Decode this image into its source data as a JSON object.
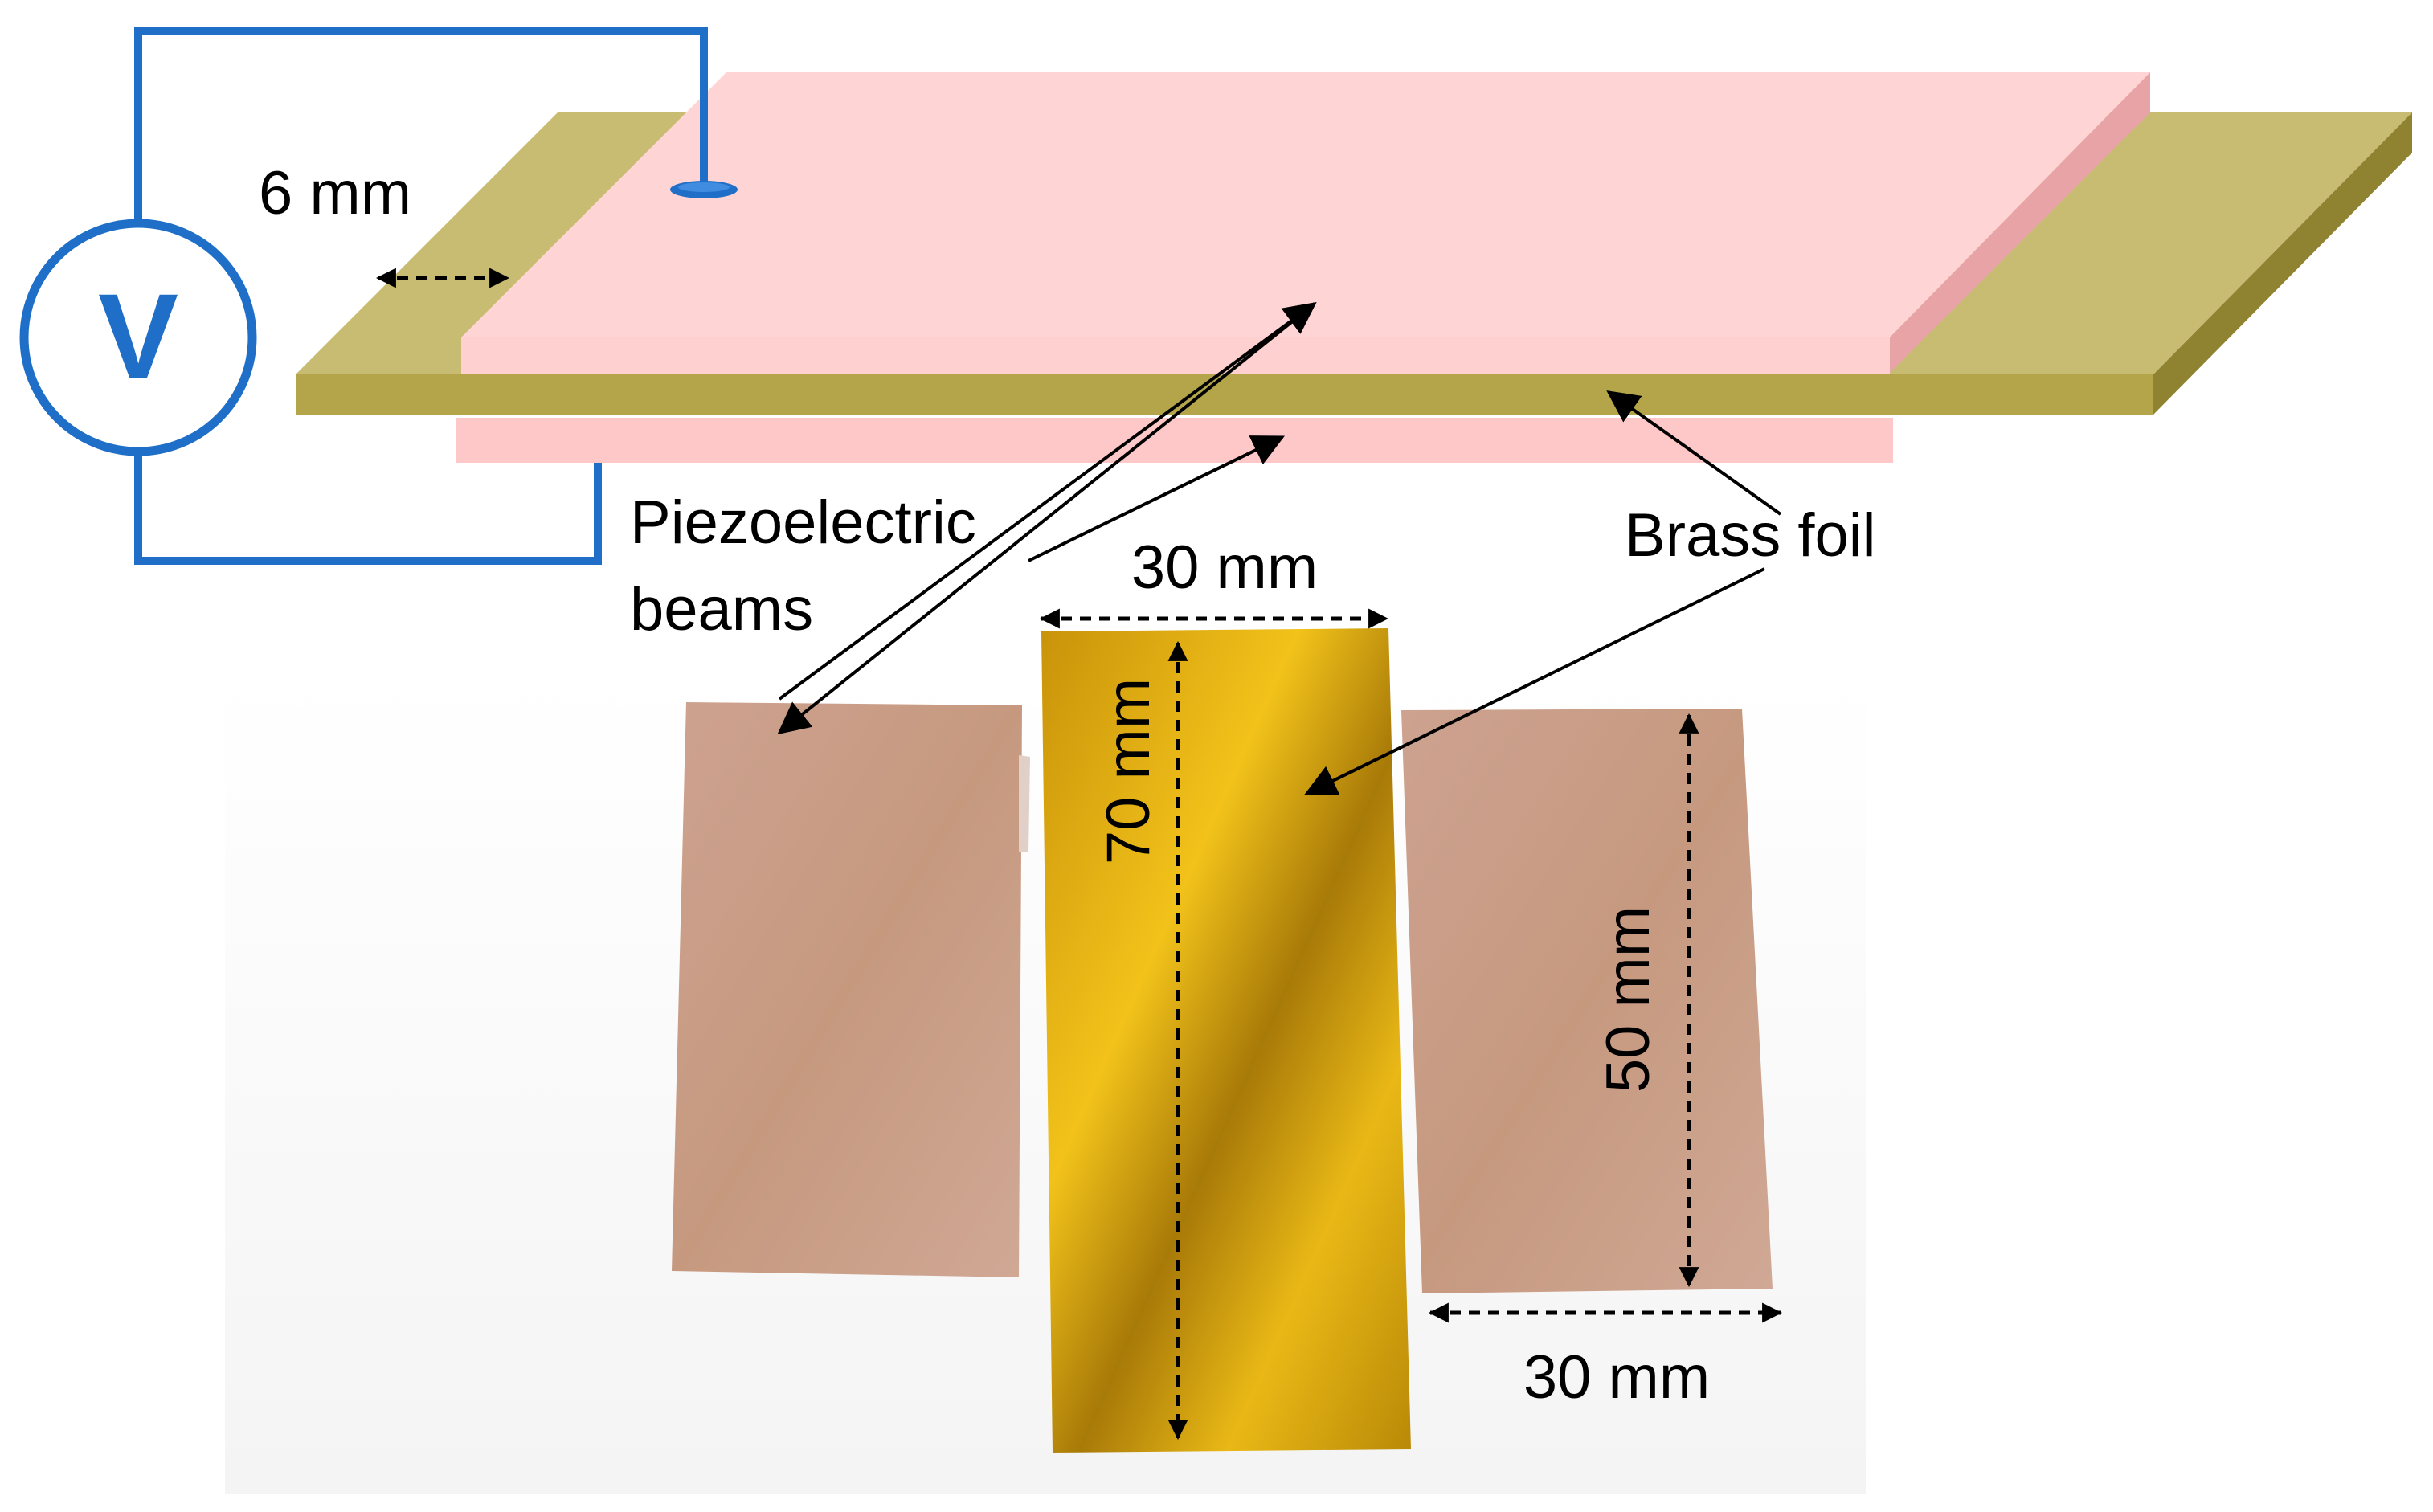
{
  "labels": {
    "voltmeter_symbol": "V",
    "overhang": "6 mm",
    "piezo_line1": "Piezoelectric",
    "piezo_line2": "beams",
    "brass": "Brass foil",
    "brass_width": "30 mm",
    "brass_length": "70 mm",
    "beam_length": "50 mm",
    "beam_width": "30 mm"
  },
  "colors": {
    "circuit_wire": "#1f6fc8",
    "brass_top": "#c8bb72",
    "brass_front": "#b4a54a",
    "brass_side": "#8f8230",
    "piezo_top": "#ffd4d4",
    "piezo_side": "#e8a3a6",
    "piezo_bottom": "#ffc8c8",
    "photo_beam": "#cba08c",
    "photo_brass": "#d9a50e",
    "background": "#ffffff"
  },
  "icons": {
    "voltmeter": "voltmeter-circle-icon",
    "electrode": "electrode-disc-icon"
  }
}
